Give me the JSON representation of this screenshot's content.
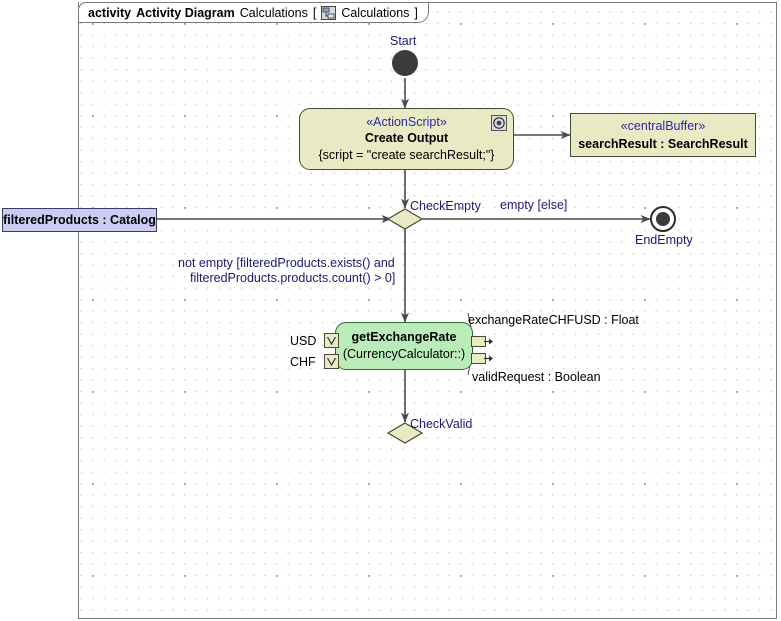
{
  "frame": {
    "keyword": "activity",
    "kind": "Activity Diagram",
    "name": "Calculations",
    "bracket_open": "[",
    "bracket_close": "]",
    "context": "Calculations",
    "icon": "activity-diagram-icon"
  },
  "nodes": {
    "initial": {
      "label": "Start",
      "icon": "initial-node-icon"
    },
    "create_output": {
      "stereotype": "«ActionScript»",
      "title": "Create Output",
      "script": "{script = \"create searchResult;\"}",
      "badge_icon": "script-badge-icon",
      "fill": "#e9e9c4"
    },
    "central_buffer": {
      "stereotype": "«centralBuffer»",
      "title": "searchResult : SearchResult",
      "fill": "#e9e9c4"
    },
    "filtered_products": {
      "label": "filteredProducts : Catalog",
      "fill": "#ccccf2"
    },
    "check_empty": {
      "label": "CheckEmpty",
      "fill": "#e9e9c4"
    },
    "end_empty": {
      "label": "EndEmpty",
      "icon": "final-node-icon"
    },
    "get_exchange_rate": {
      "title": "getExchangeRate",
      "subtitle": "(CurrencyCalculator::)",
      "fill": "#b9ecb9",
      "input_pins": [
        {
          "label": "USD",
          "icon": "input-pin-icon"
        },
        {
          "label": "CHF",
          "icon": "input-pin-icon"
        }
      ],
      "output_pins": [
        {
          "label": "exchangeRateCHFUSD : Float",
          "icon": "output-pin-icon"
        },
        {
          "label": "validRequest : Boolean",
          "icon": "output-pin-icon"
        }
      ]
    },
    "check_valid": {
      "label": "CheckValid",
      "fill": "#e9e9c4"
    }
  },
  "edges": {
    "guard_empty": "empty [else]",
    "guard_not_empty_line1": "not empty [filteredProducts.exists() and",
    "guard_not_empty_line2": "filteredProducts.products.count() > 0]"
  },
  "colors": {
    "action_fill": "#e9e9c4",
    "object_fill": "#ccccf2",
    "call_fill": "#b9ecb9",
    "stereotype_text": "#2b2ba8",
    "label_text": "#1a1a6e",
    "line": "#4a4a4a"
  }
}
